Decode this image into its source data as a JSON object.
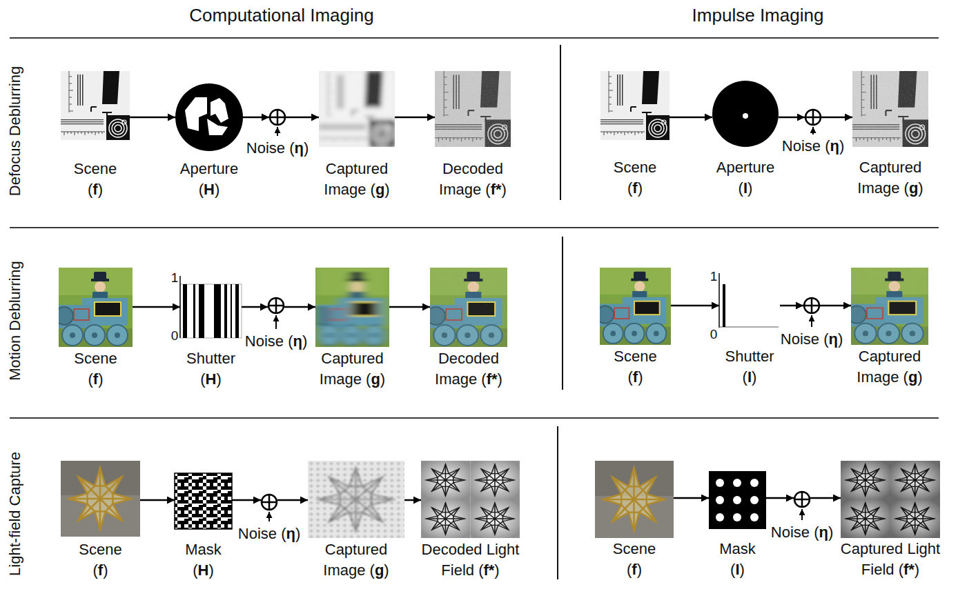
{
  "diagram": {
    "nodes": [
      {
        "text": [
          "Scene (f)"
        ]
      },
      {
        "text": [
          "Aperture (H)"
        ]
      },
      {
        "text": [
          "Noise (η)"
        ]
      },
      {
        "text": [
          "Captured Image (g)"
        ]
      },
      {
        "text": [
          "Decoded Image (f*)"
        ]
      },
      {
        "text": [
          "Scene (f)"
        ]
      },
      {
        "text": [
          "Aperture (I)"
        ]
      },
      {
        "text": [
          "Noise (η)"
        ]
      },
      {
        "text": [
          "Captured Image (g)"
        ]
      },
      {
        "text": [
          "Scene (f)"
        ]
      },
      {
        "text": [
          "Shutter (H)"
        ]
      },
      {
        "text": [
          "Noise (η)"
        ]
      },
      {
        "text": [
          "Captured Image (g)"
        ]
      },
      {
        "text": [
          "Decoded Image (f*)"
        ]
      },
      {
        "text": [
          "Scene (f)"
        ]
      },
      {
        "text": [
          "Shutter (I)"
        ]
      },
      {
        "text": [
          "Noise (η)"
        ]
      },
      {
        "text": [
          "Captured Image (g)"
        ]
      },
      {
        "text": [
          "Scene (f)"
        ]
      },
      {
        "text": [
          "Mask (H)"
        ]
      },
      {
        "text": [
          "Noise (η)"
        ]
      },
      {
        "text": [
          "Captured Image (g)"
        ]
      },
      {
        "text": [
          "Decoded Light Field (f*)"
        ]
      },
      {
        "text": [
          "Scene (f)"
        ]
      },
      {
        "text": [
          "Mask (I)"
        ]
      },
      {
        "text": [
          "Noise (η)"
        ]
      },
      {
        "text": [
          "Captured Light Field (f*)"
        ]
      }
    ],
    "edges": [
      {
        "from": 0,
        "to": 1,
        "arrow": "to"
      },
      {
        "from": 1,
        "to": 2,
        "arrow": "to"
      },
      {
        "from": 2,
        "to": 3,
        "arrow": "to"
      },
      {
        "from": 3,
        "to": 4,
        "arrow": "to"
      },
      {
        "from": 5,
        "to": 6,
        "arrow": "to"
      },
      {
        "from": 6,
        "to": 7,
        "arrow": "to"
      },
      {
        "from": 7,
        "to": 8,
        "arrow": "to"
      },
      {
        "from": 9,
        "to": 10,
        "arrow": "to"
      },
      {
        "from": 10,
        "to": 11,
        "arrow": "to"
      },
      {
        "from": 11,
        "to": 12,
        "arrow": "to"
      },
      {
        "from": 12,
        "to": 13,
        "arrow": "to"
      },
      {
        "from": 14,
        "to": 15,
        "arrow": "to"
      },
      {
        "from": 15,
        "to": 16,
        "arrow": "to"
      },
      {
        "from": 16,
        "to": 17,
        "arrow": "to"
      },
      {
        "from": 18,
        "to": 19,
        "arrow": "to"
      },
      {
        "from": 19,
        "to": 20,
        "arrow": "to"
      },
      {
        "from": 20,
        "to": 21,
        "arrow": "to"
      },
      {
        "from": 21,
        "to": 22,
        "arrow": "to"
      },
      {
        "from": 23,
        "to": 24,
        "arrow": "to"
      },
      {
        "from": 24,
        "to": 25,
        "arrow": "to"
      },
      {
        "from": 25,
        "to": 26,
        "arrow": "to"
      }
    ],
    "labels": [
      "Computational Imaging",
      "Impulse Imaging",
      "Defocus Deblurring",
      "Motion Deblurring",
      "Light-field Capture",
      "1",
      "0",
      "1",
      "0"
    ]
  }
}
